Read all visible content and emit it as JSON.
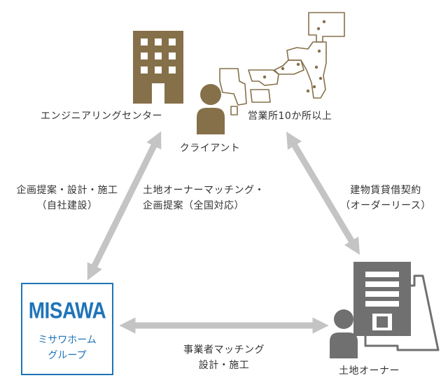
{
  "nodes": {
    "engineering_center": "エンジニアリングセンター",
    "offices": "営業所10か所以上",
    "client": "クライアント",
    "misawa_logo": "MISAWA",
    "misawa_group_line1": "ミサワホーム",
    "misawa_group_line2": "グループ",
    "land_owner": "土地オーナー"
  },
  "edges": {
    "left_line1": "企画提案・設計・施工",
    "left_line2": "（自社建設）",
    "center_line1": "土地オーナーマッチング・",
    "center_line2": "企画提案（全国対応）",
    "right_line1": "建物賃貸借契約",
    "right_line2": "（オーダーリース）",
    "bottom_line1": "事業者マッチング",
    "bottom_line2": "設計・施工"
  },
  "colors": {
    "brown": "#86704a",
    "gray_arrow": "#c4c4c4",
    "dark_gray": "#707070",
    "blue": "#1f74b9"
  }
}
